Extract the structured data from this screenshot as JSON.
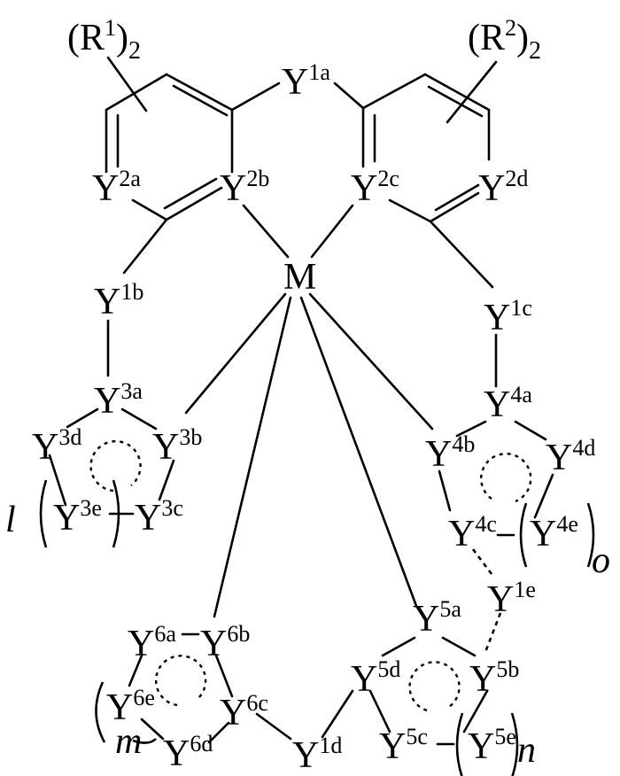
{
  "substituents": {
    "r1": {
      "base": "(R",
      "sup": "1",
      "close": ")",
      "sub": "2"
    },
    "r2": {
      "base": "(R",
      "sup": "2",
      "close": ")",
      "sub": "2"
    }
  },
  "atoms": {
    "metal": "M",
    "y1a": {
      "base": "Y",
      "sup": "1a"
    },
    "y1b": {
      "base": "Y",
      "sup": "1b"
    },
    "y1c": {
      "base": "Y",
      "sup": "1c"
    },
    "y1d": {
      "base": "Y",
      "sup": "1d"
    },
    "y1e": {
      "base": "Y",
      "sup": "1e"
    },
    "y2a": {
      "base": "Y",
      "sup": "2a"
    },
    "y2b": {
      "base": "Y",
      "sup": "2b"
    },
    "y2c": {
      "base": "Y",
      "sup": "2c"
    },
    "y2d": {
      "base": "Y",
      "sup": "2d"
    },
    "y3a": {
      "base": "Y",
      "sup": "3a"
    },
    "y3b": {
      "base": "Y",
      "sup": "3b"
    },
    "y3c": {
      "base": "Y",
      "sup": "3c"
    },
    "y3d": {
      "base": "Y",
      "sup": "3d"
    },
    "y3e": {
      "base": "Y",
      "sup": "3e"
    },
    "y4a": {
      "base": "Y",
      "sup": "4a"
    },
    "y4b": {
      "base": "Y",
      "sup": "4b"
    },
    "y4c": {
      "base": "Y",
      "sup": "4c"
    },
    "y4d": {
      "base": "Y",
      "sup": "4d"
    },
    "y4e": {
      "base": "Y",
      "sup": "4e"
    },
    "y5a": {
      "base": "Y",
      "sup": "5a"
    },
    "y5b": {
      "base": "Y",
      "sup": "5b"
    },
    "y5c": {
      "base": "Y",
      "sup": "5c"
    },
    "y5d": {
      "base": "Y",
      "sup": "5d"
    },
    "y5e": {
      "base": "Y",
      "sup": "5e"
    },
    "y6a": {
      "base": "Y",
      "sup": "6a"
    },
    "y6b": {
      "base": "Y",
      "sup": "6b"
    },
    "y6c": {
      "base": "Y",
      "sup": "6c"
    },
    "y6d": {
      "base": "Y",
      "sup": "6d"
    },
    "y6e": {
      "base": "Y",
      "sup": "6e"
    }
  },
  "indices": {
    "l": "l",
    "m": "m",
    "n": "n",
    "o": "o"
  }
}
